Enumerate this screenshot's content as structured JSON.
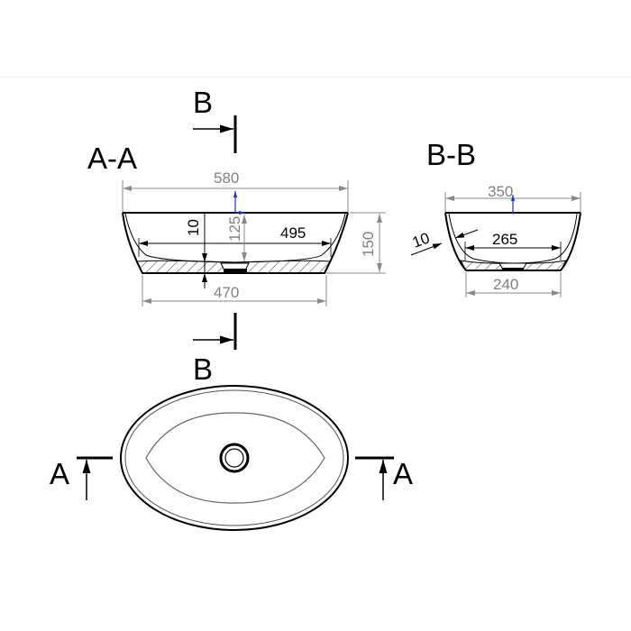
{
  "drawing": {
    "section_aa": {
      "title": "A-A",
      "dims": {
        "overall_width": "580",
        "inner_width": "495",
        "base_width": "470",
        "height": "150",
        "depth": "125",
        "wall_thickness": "10"
      }
    },
    "section_bb": {
      "title": "B-B",
      "dims": {
        "overall_width": "350",
        "inner_width": "265",
        "base_width": "240",
        "wall_thickness": "10"
      }
    },
    "cut_markers": {
      "b_top": "B",
      "b_bottom": "B",
      "a_left": "A",
      "a_right": "A"
    },
    "plan_view": {
      "label": "top-view-oval-basin"
    }
  },
  "colors": {
    "outline": "#000000",
    "dimension": "#808080",
    "origin_marker": "#1a2fd6"
  }
}
